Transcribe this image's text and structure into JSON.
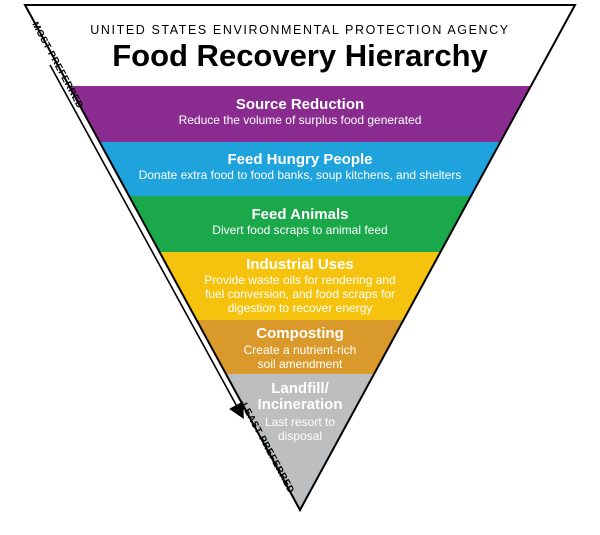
{
  "header": {
    "agency": "UNITED STATES ENVIRONMENTAL PROTECTION AGENCY",
    "title": "Food Recovery Hierarchy"
  },
  "arrow": {
    "most_label": "MOST PREFERRED",
    "least_label": "LEAST PREFERRED"
  },
  "tiers": [
    {
      "id": "source-reduction",
      "title": [
        "Source Reduction"
      ],
      "description": [
        "Reduce the volume of surplus food generated"
      ],
      "color": "#8a2c8f"
    },
    {
      "id": "feed-hungry-people",
      "title": [
        "Feed Hungry People"
      ],
      "description": [
        "Donate extra food to food banks, soup kitchens, and shelters"
      ],
      "color": "#1fa3dc"
    },
    {
      "id": "feed-animals",
      "title": [
        "Feed Animals"
      ],
      "description": [
        "Divert food scraps to animal feed"
      ],
      "color": "#1aa84b"
    },
    {
      "id": "industrial-uses",
      "title": [
        "Industrial Uses"
      ],
      "description": [
        "Provide waste oils for rendering and",
        "fuel conversion, and food scraps for",
        "digestion to recover energy"
      ],
      "color": "#f5c20d"
    },
    {
      "id": "composting",
      "title": [
        "Composting"
      ],
      "description": [
        "Create a nutrient-rich",
        "soil amendment"
      ],
      "color": "#da992b"
    },
    {
      "id": "landfill-incineration",
      "title": [
        "Landfill/",
        "Incineration"
      ],
      "description": [
        "Last resort to",
        "disposal"
      ],
      "color": "#bcbec0"
    }
  ],
  "colors": {
    "outline": "#000000",
    "text_on_tier": "#ffffff"
  }
}
